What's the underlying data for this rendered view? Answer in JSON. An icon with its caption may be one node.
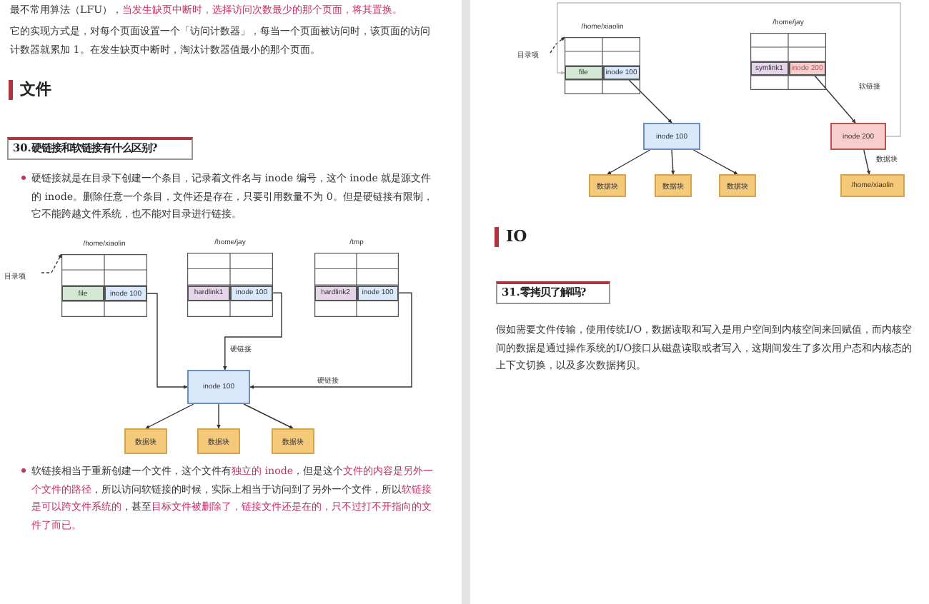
{
  "diagram": {
    "nodes": [
      {
        "text": [
          "/home/xiaolin"
        ]
      },
      {
        "text": [
          "file"
        ],
        "in": 0
      },
      {
        "text": [
          "inode 100"
        ],
        "in": 0
      },
      {
        "text": [
          "/home/jay"
        ]
      },
      {
        "text": [
          "hardlink1"
        ],
        "in": 3
      },
      {
        "text": [
          "inode 100"
        ],
        "in": 3
      },
      {
        "text": [
          "/tmp"
        ]
      },
      {
        "text": [
          "hardlink2"
        ],
        "in": 6
      },
      {
        "text": [
          "inode 100"
        ],
        "in": 6
      },
      {
        "text": [
          "目录项"
        ]
      },
      {
        "text": [
          "inode 100"
        ]
      },
      {
        "text": [
          "数据块"
        ]
      },
      {
        "text": [
          "数据块"
        ]
      },
      {
        "text": [
          "数据块"
        ]
      },
      {
        "text": [
          "/home/xiaolin"
        ]
      },
      {
        "text": [
          "file"
        ],
        "in": 14
      },
      {
        "text": [
          "inode 100"
        ],
        "in": 14
      },
      {
        "text": [
          "目录项"
        ]
      },
      {
        "text": [
          "/home/jay"
        ]
      },
      {
        "text": [
          "symlink1"
        ],
        "in": 18
      },
      {
        "text": [
          "inode 200"
        ],
        "in": 18
      },
      {
        "text": [
          "inode 100"
        ]
      },
      {
        "text": [
          "数据块"
        ]
      },
      {
        "text": [
          "数据块"
        ]
      },
      {
        "text": [
          "数据块"
        ]
      },
      {
        "text": [
          "inode 200"
        ]
      },
      {
        "text": [
          "/home/xiaolin"
        ]
      }
    ],
    "edges": [
      {
        "from": 9,
        "to": 0,
        "arrow": "to",
        "style": "dashed"
      },
      {
        "from": 2,
        "to": 10,
        "arrow": "to"
      },
      {
        "from": 5,
        "to": 10,
        "arrow": "to",
        "label": "硬链接"
      },
      {
        "from": 8,
        "to": 10,
        "arrow": "to",
        "label": "硬链接"
      },
      {
        "from": 10,
        "to": 11,
        "arrow": "to"
      },
      {
        "from": 10,
        "to": 12,
        "arrow": "to"
      },
      {
        "from": 10,
        "to": 13,
        "arrow": "to"
      },
      {
        "from": 17,
        "to": 14,
        "arrow": "to",
        "style": "dashed"
      },
      {
        "from": 16,
        "to": 21,
        "arrow": "to"
      },
      {
        "from": 21,
        "to": 22,
        "arrow": "to"
      },
      {
        "from": 21,
        "to": 23,
        "arrow": "to"
      },
      {
        "from": 21,
        "to": 24,
        "arrow": "to"
      },
      {
        "from": 20,
        "to": 25,
        "arrow": "to",
        "label": "软链接"
      },
      {
        "from": 25,
        "to": 26,
        "arrow": "to",
        "label": "数据块"
      },
      {
        "from": 25,
        "to": 15,
        "arrow": "to",
        "color": "#bbbbbb"
      }
    ],
    "labels": [
      "最不常用算法（LFU），**当发生缺页中断时，选择访问次数最少的那个页面，将其置换。**",
      "它的实现方式是，对每个页面设置一个「访问计数器」，每当一个页面被访问时，该页面的访问计数器就累加 1。在发生缺页中断时，淘汰计数器值最小的那个页面。",
      "文件",
      "30.硬链接和软链接有什么区别?",
      "硬链接就是在目录下创建一个条目，记录着文件名与 inode 编号，这个 inode 就是源文件的 inode。删除任意一个条目，文件还是存在，只要引用数量不为 0。但是硬链接有限制，它不能跨越文件系统，也不能对目录进行链接。",
      "软链接相当于重新创建一个文件，这个文件有**独立的 inode**，但是这个**文件的内容是另外一个文件的路径**，所以访问软链接的时候，实际上相当于访问到了另外一个文件，所以**软链接是可以跨文件系统的**，甚至**目标文件被删除了，链接文件还是在的，只不过打不开指向的文件了而已。**",
      "IO",
      "31.零拷贝了解吗?",
      "假如需要文件传输，使用传统I/O，数据读取和写入是用户空间到内核空间来回赋值，而内核空间的数据是通过操作系统的I/O接口从磁盘读取或者写入，这期间发生了多次用户态和内核态的上下文切换，以及多次数据拷贝。"
    ]
  }
}
